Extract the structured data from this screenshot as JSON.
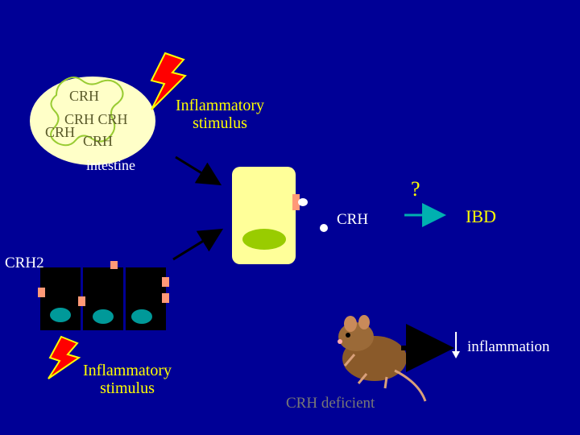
{
  "intestine": {
    "crh_words": [
      "CRH",
      "CRH CRH",
      "CRH",
      "CRH"
    ],
    "label": "intestine"
  },
  "stimulus_top": {
    "line1": "Inflammatory",
    "line2": "stimulus"
  },
  "stimulus_bottom": {
    "line1": "Inflammatory",
    "line2": "stimulus"
  },
  "receptor_label": "CRH2",
  "secreted_label": "CRH",
  "question_mark": "?",
  "outcome_label": "IBD",
  "mouse_caption": "CRH deficient",
  "inflammation_label": "inflammation",
  "colors": {
    "background": "#000096",
    "yellow_text": "#ffff00",
    "cell_fill": "#ffff99",
    "nucleus": "#99cc00",
    "receptor": "#ff9977",
    "teal_nucleus": "#009999",
    "arrow_teal": "#00b0b0",
    "mouse_body": "#8a5a2a"
  },
  "icons": [
    "lightning-bolt-icon",
    "mouse-icon",
    "down-arrow-icon"
  ]
}
